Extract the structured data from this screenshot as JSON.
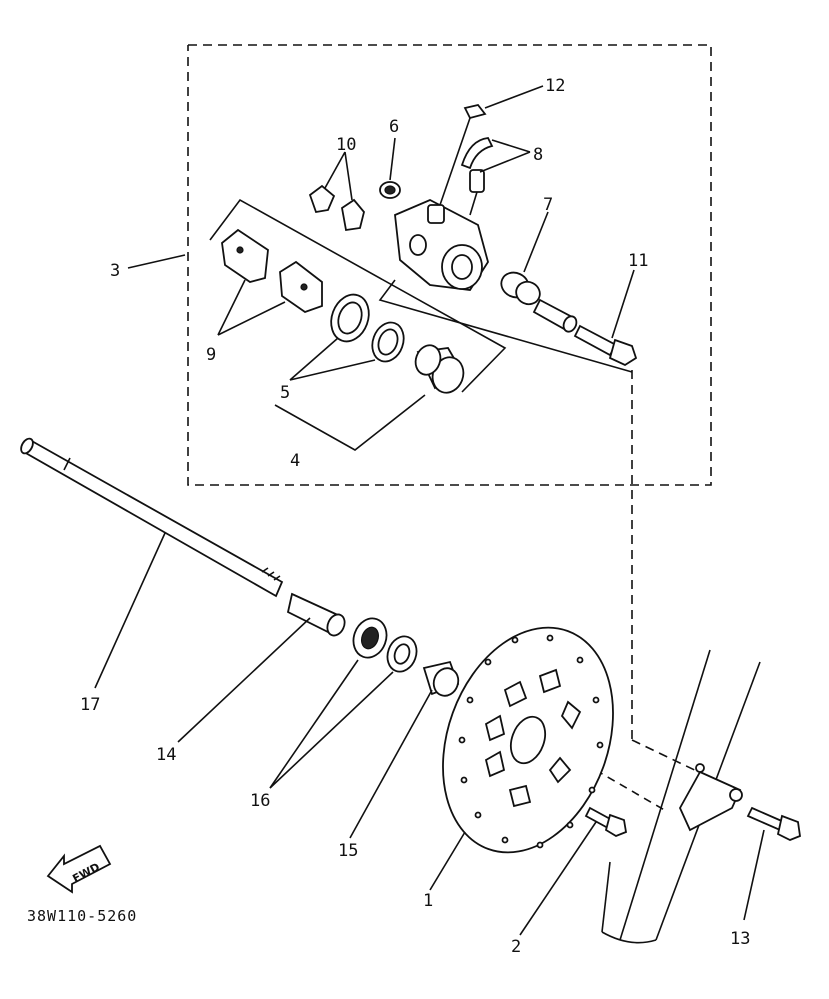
{
  "diagram": {
    "part_code": "38W110-5260",
    "fwd_label": "FWD",
    "callouts": [
      "1",
      "2",
      "3",
      "4",
      "5",
      "6",
      "7",
      "8",
      "9",
      "10",
      "11",
      "12",
      "13",
      "14",
      "15",
      "16",
      "17"
    ]
  }
}
